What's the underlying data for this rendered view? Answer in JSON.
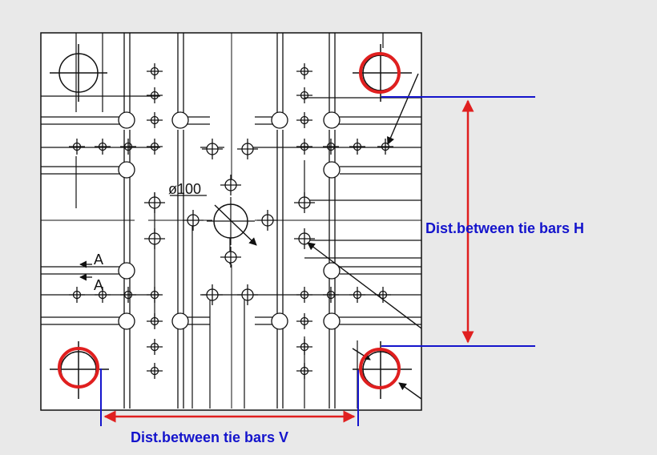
{
  "labels": {
    "diameter": "ø100",
    "dist_h": "Dist.between tie bars H",
    "dist_v": "Dist.between tie bars V",
    "section_a_top": "A",
    "section_a_bottom": "A"
  },
  "colors": {
    "background": "#e9e9e9",
    "platen": "#ffffff",
    "drawing": "#111111",
    "tie_bar_highlight": "#e01f1f",
    "dimension_line": "#1414cc",
    "dimension_arrow": "#e01f1f",
    "label_text": "#1414cc"
  },
  "icons": {
    "tie_bar_marker": "red-circle-icon",
    "dimension_arrow": "double-arrow-icon"
  }
}
